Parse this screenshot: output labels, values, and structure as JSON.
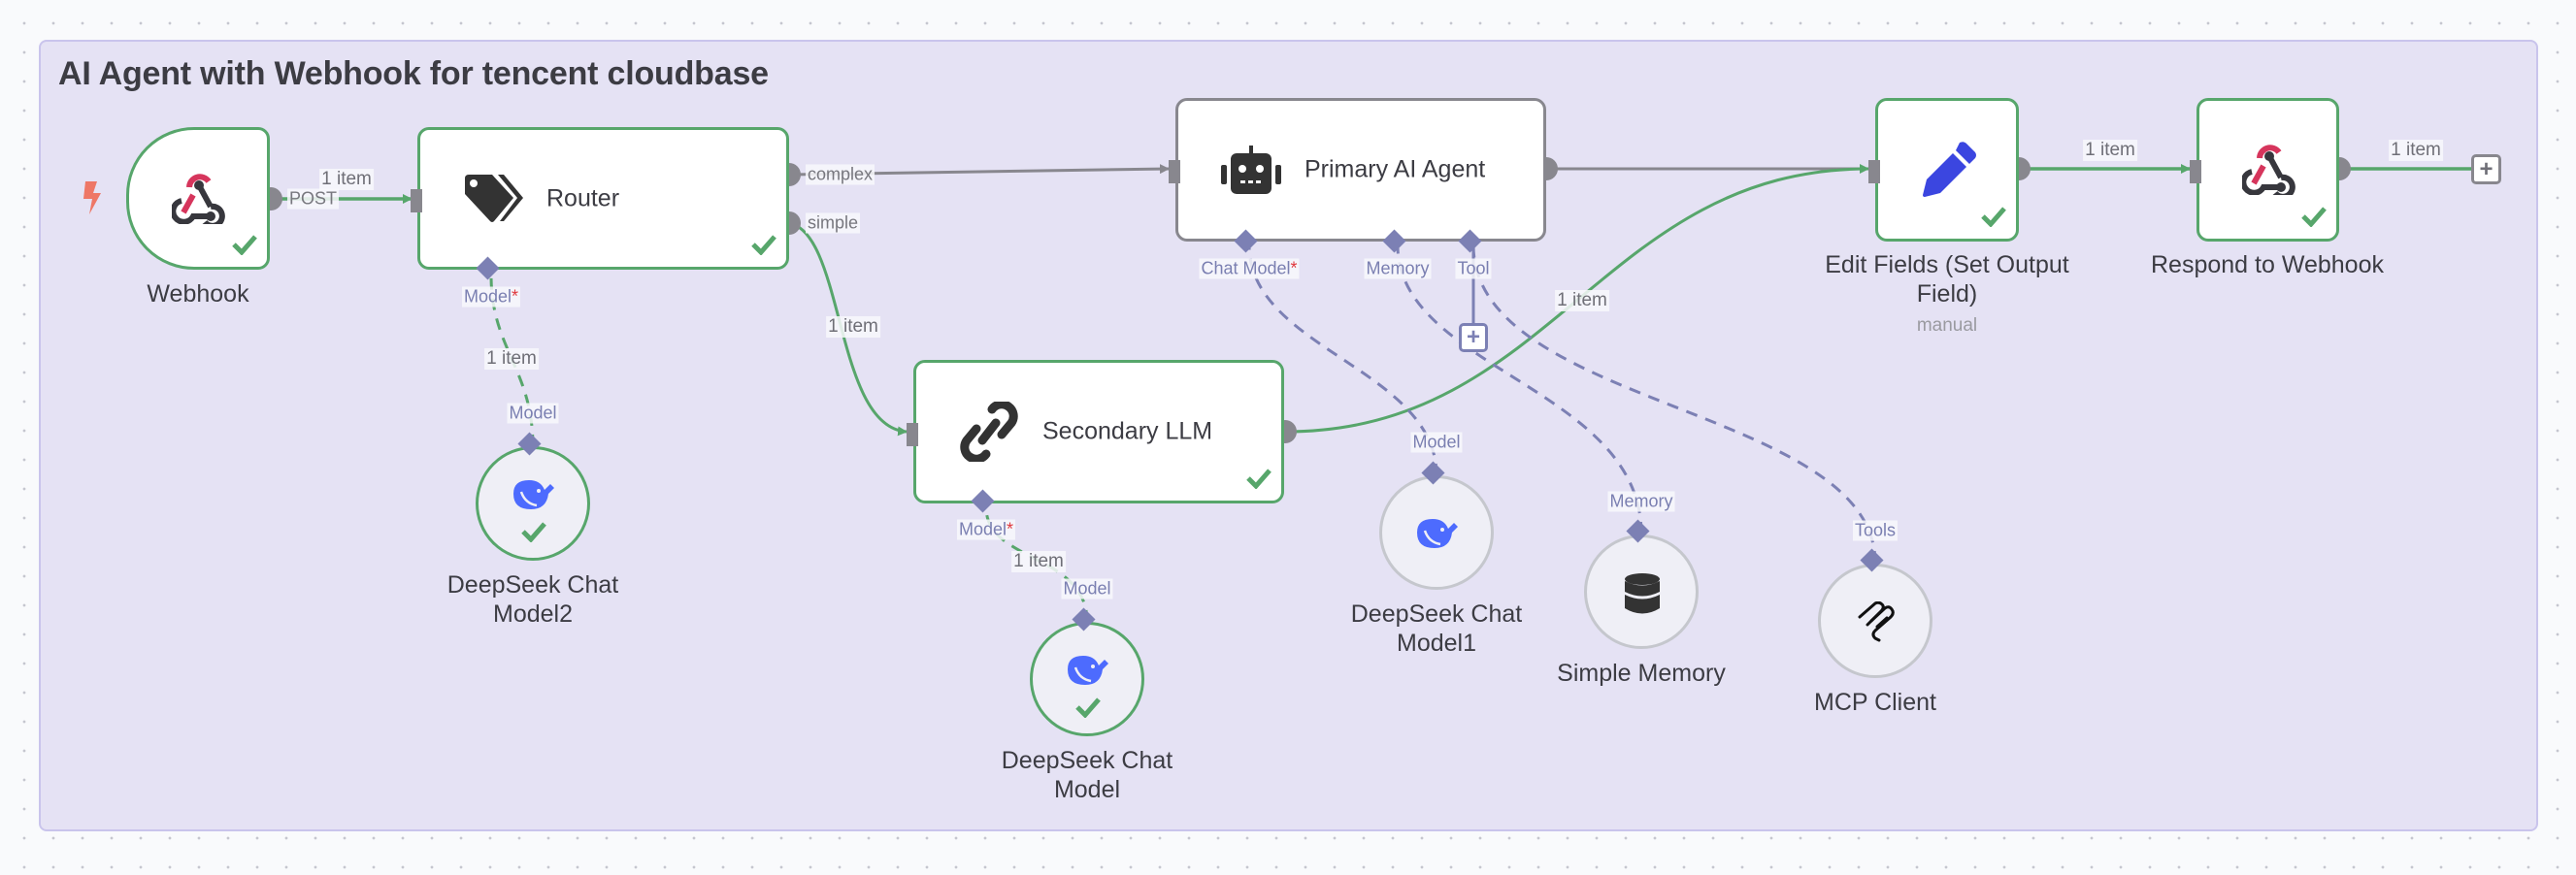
{
  "canvas": {
    "group_title": "AI Agent with Webhook for tencent cloudbase"
  },
  "colors": {
    "success": "#57a66b",
    "inactive": "#88878e",
    "ai_port": "#7c80b4",
    "trigger": "#ee7766",
    "required": "#e0393e",
    "group_bg": "#e5e2f4"
  },
  "nodes": {
    "webhook": {
      "name": "Webhook",
      "icon": "webhook-icon",
      "status": "success",
      "trigger": true
    },
    "router": {
      "name": "Router",
      "icon": "tag-icon",
      "status": "success"
    },
    "agent": {
      "name": "Primary AI Agent",
      "icon": "robot-icon",
      "status": "idle"
    },
    "secondary": {
      "name": "Secondary LLM",
      "icon": "link-chain-icon",
      "status": "success"
    },
    "edit_fields": {
      "name": "Edit Fields (Set Output Field)",
      "name_line1": "Edit Fields (Set Output",
      "name_line2": "Field)",
      "subtitle": "manual",
      "icon": "pencil-icon",
      "status": "success"
    },
    "respond": {
      "name": "Respond to Webhook",
      "icon": "webhook-icon",
      "status": "success"
    },
    "ds_model2": {
      "name_line1": "DeepSeek Chat",
      "name_line2": "Model2",
      "icon": "deepseek-whale-icon",
      "status": "success"
    },
    "ds_model": {
      "name_line1": "DeepSeek Chat",
      "name_line2": "Model",
      "icon": "deepseek-whale-icon",
      "status": "success"
    },
    "ds_model1": {
      "name_line1": "DeepSeek Chat",
      "name_line2": "Model1",
      "icon": "deepseek-whale-icon",
      "status": "idle"
    },
    "memory": {
      "name": "Simple Memory",
      "icon": "database-icon",
      "status": "idle"
    },
    "mcp": {
      "name": "MCP Client",
      "icon": "mcp-icon",
      "status": "idle"
    }
  },
  "ports": {
    "webhook_out": "POST",
    "router_complex": "complex",
    "router_simple": "simple",
    "router_model": "Model",
    "agent_chat_model": "Chat Model",
    "agent_memory": "Memory",
    "agent_tool": "Tool",
    "secondary_model": "Model",
    "ds2_model": "Model",
    "ds_model": "Model",
    "ds1_model": "Model",
    "memory_in": "Memory",
    "mcp_in": "Tools",
    "required_mark": "*"
  },
  "edges": {
    "webhook_router": "1 item",
    "router_secondary": "1 item",
    "router_model": "1 item",
    "secondary_model": "1 item",
    "secondary_edit": "1 item",
    "edit_respond": "1 item",
    "respond_end": "1 item"
  },
  "buttons": {
    "add_tool": "+",
    "add_node": "+"
  }
}
